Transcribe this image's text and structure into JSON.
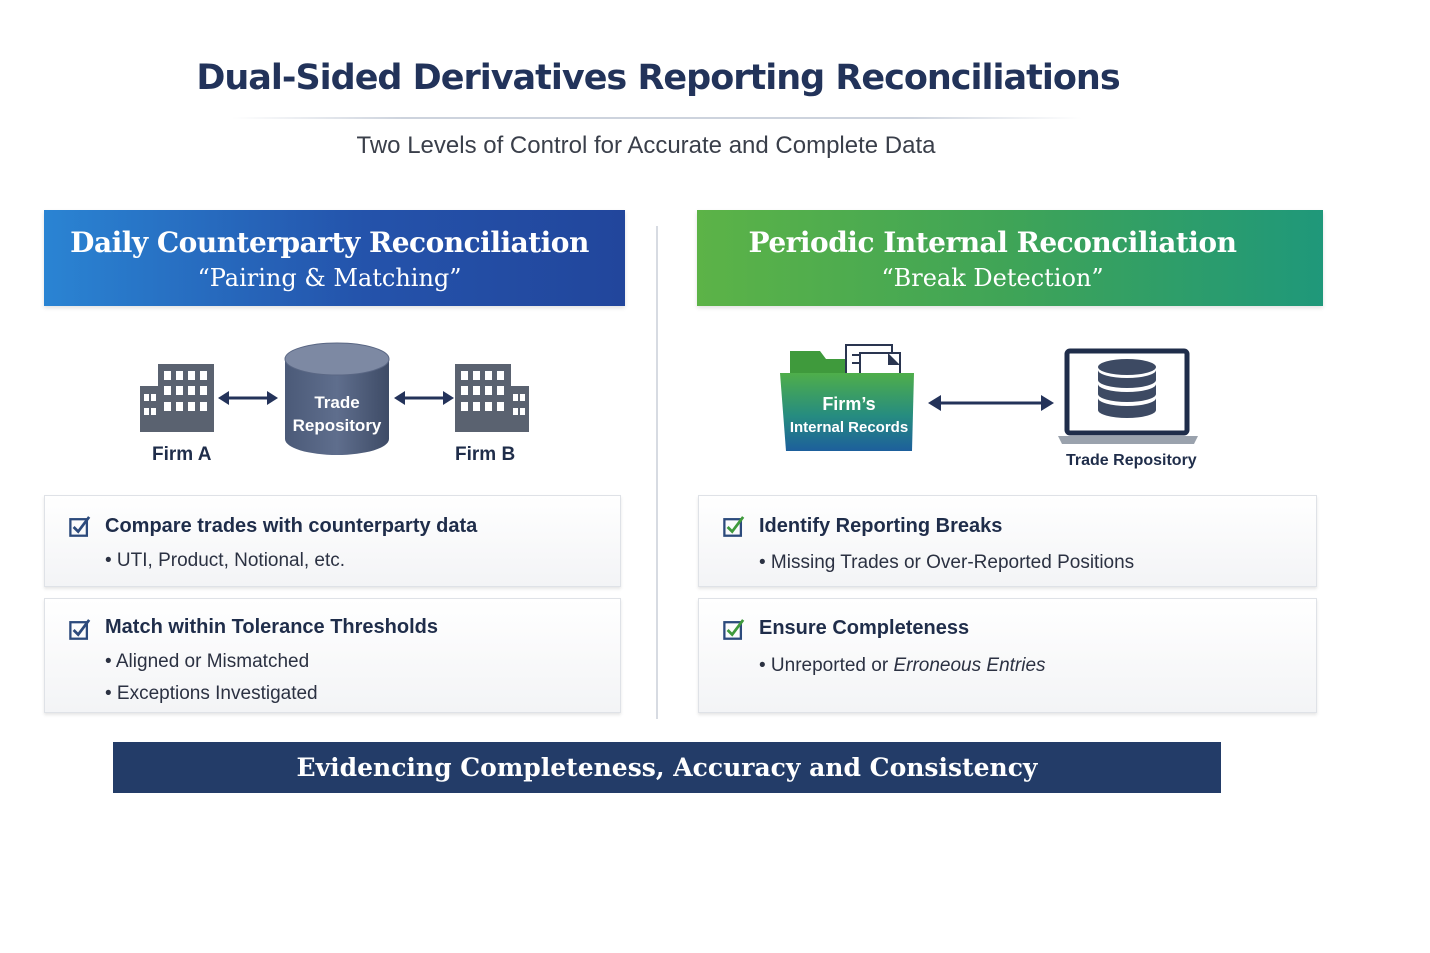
{
  "title": "Dual-Sided Derivatives Reporting Reconciliations",
  "subtitle": "Two Levels of Control for Accurate and Complete Data",
  "left": {
    "banner_title": "Daily Counterparty Reconciliation",
    "banner_subtitle": "“Pairing & Matching”",
    "firm_a": "Firm A",
    "firm_b": "Firm B",
    "repo_line1": "Trade",
    "repo_line2": "Repository",
    "card1": {
      "heading": "Compare trades with counterparty data",
      "bullets": [
        "• UTI, Product, Notional, etc."
      ]
    },
    "card2": {
      "heading": "Match within Tolerance Thresholds",
      "bullets": [
        "• Aligned or Mismatched",
        "• Exceptions Investigated"
      ]
    }
  },
  "right": {
    "banner_title": "Periodic Internal Reconciliation",
    "banner_subtitle": "“Break Detection”",
    "folder_line1": "Firm’s",
    "folder_line2": "Internal Records",
    "repo_label": "Trade Repository",
    "card1": {
      "heading": "Identify Reporting Breaks",
      "bullets": [
        "• Missing Trades or Over-Reported Positions"
      ]
    },
    "card2": {
      "heading": "Ensure Completeness",
      "bullet_prefix": "• Unreported or ",
      "bullet_emphasis": "Erroneous Entries"
    }
  },
  "footer": "Evidencing Completeness, Accuracy and Consistency",
  "colors": {
    "navy": "#22335a",
    "blue_banner_start": "#2a84d3",
    "blue_banner_end": "#22469c",
    "green_banner_start": "#5cb347",
    "green_banner_end": "#1f987a",
    "footer": "#233c68",
    "check_blue": "#2c4a7c",
    "check_green": "#3f9a3c"
  }
}
